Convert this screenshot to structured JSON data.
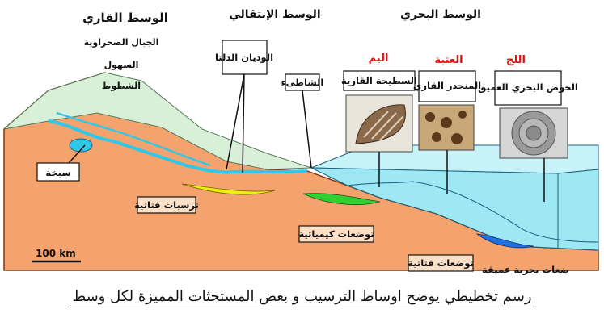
{
  "zones": {
    "continental": {
      "title": "الوسط القاري",
      "items": [
        "الجبال الصحراوية",
        "السهول",
        "الشطوط"
      ]
    },
    "transitional": {
      "title": "الوسط الإنتقالي"
    },
    "marine": {
      "title": "الوسط البحري"
    }
  },
  "depths": {
    "shelf": "اليم",
    "slope": "العتبة",
    "abyss": "اللج"
  },
  "boxes": {
    "rivers_delta": "الوديان الدلتا",
    "beach": "الشاطىء",
    "shelf": "السطيحة القارية",
    "slope": "المنحدر القاري",
    "deep_basin": "الحوض البحري العميق",
    "sabkha": "سبخة"
  },
  "deposits": {
    "detrital_1": "ترسبات فتاتية",
    "chemical": "توضعات كيميائية",
    "detrital_2": "توضعات فتاتية",
    "deep_sea": "ضعات بحرية عميقة"
  },
  "scale": "100 km",
  "caption": "رسم تخطيطي يوضح اوساط الترسيب و بعض المستحثات المميزة لكل وسط",
  "colors": {
    "land": "#f4a36e",
    "sea": "#9ee8f4",
    "sea_front": "#6fd9ec",
    "coast": "#d8f0d8",
    "water": "#30c8e8",
    "yellow": "#f0f010",
    "green": "#30d030",
    "blue": "#2070e0"
  }
}
